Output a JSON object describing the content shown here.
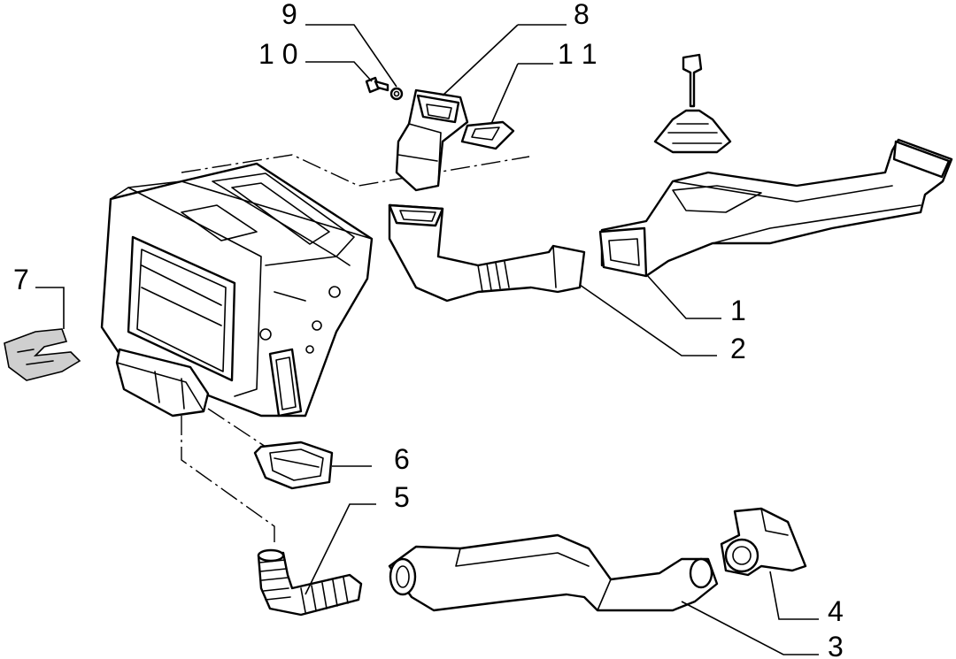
{
  "callouts": [
    {
      "id": "1",
      "text": "1"
    },
    {
      "id": "2",
      "text": "2"
    },
    {
      "id": "3",
      "text": "3"
    },
    {
      "id": "4",
      "text": "4"
    },
    {
      "id": "5",
      "text": "5"
    },
    {
      "id": "6",
      "text": "6"
    },
    {
      "id": "7",
      "text": "7"
    },
    {
      "id": "8",
      "text": "8"
    },
    {
      "id": "9",
      "text": "9"
    },
    {
      "id": "10",
      "text": "1 0"
    },
    {
      "id": "11",
      "text": "1 1"
    }
  ]
}
